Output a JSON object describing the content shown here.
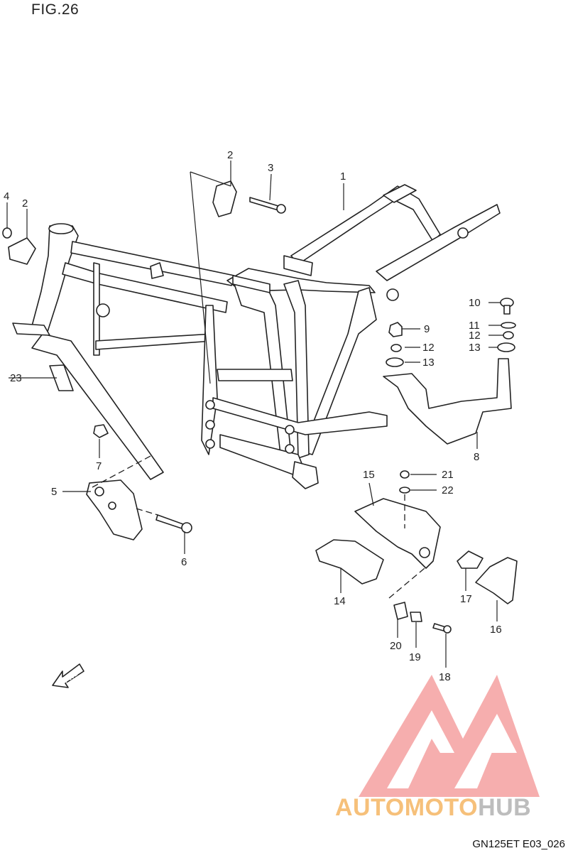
{
  "figure": {
    "title": "FIG.26",
    "code": "GN125ET E03_026",
    "fwd_label": "FWD"
  },
  "watermark": {
    "part1": "AUTOMOTO",
    "part2": "HUB",
    "colors": {
      "logo": "#f08a8a",
      "accent": "#f6c07a",
      "grey": "#bdbdbd"
    }
  },
  "callouts": {
    "c1": "1",
    "c2a": "2",
    "c2b": "2",
    "c3": "3",
    "c4": "4",
    "c5": "5",
    "c6": "6",
    "c7": "7",
    "c8": "8",
    "c9": "9",
    "c10": "10",
    "c11": "11",
    "c12a": "12",
    "c12b": "12",
    "c13a": "13",
    "c13b": "13",
    "c14": "14",
    "c15": "15",
    "c16": "16",
    "c17": "17",
    "c18": "18",
    "c19": "19",
    "c20": "20",
    "c21": "21",
    "c22": "22",
    "c23": "23"
  }
}
